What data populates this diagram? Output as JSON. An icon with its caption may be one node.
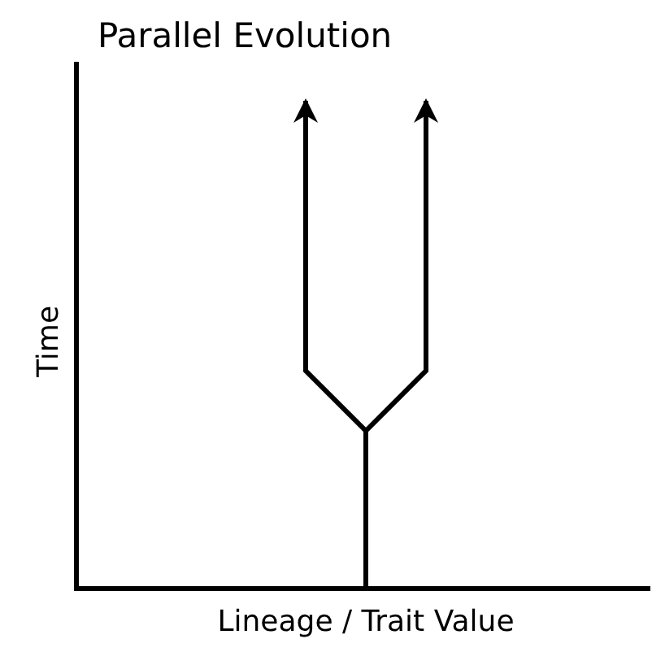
{
  "diagram": {
    "title": "Parallel Evolution",
    "labels": [
      "Time",
      "Lineage / Trait Value"
    ]
  }
}
